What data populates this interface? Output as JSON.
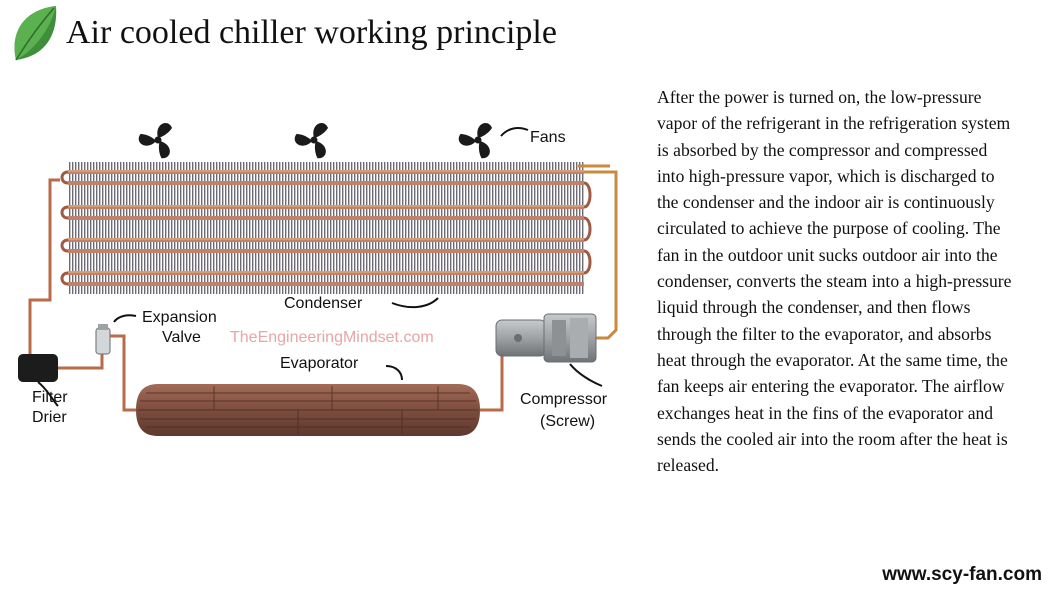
{
  "header": {
    "title": "Air cooled chiller working principle"
  },
  "diagram": {
    "labels": {
      "fans": "Fans",
      "condenser": "Condenser",
      "expansion_valve_1": "Expansion",
      "expansion_valve_2": "Valve",
      "evaporator": "Evaporator",
      "filter_drier_1": "Filter",
      "filter_drier_2": "Drier",
      "compressor_1": "Compressor",
      "compressor_2": "(Screw)",
      "watermark": "TheEngineeringMindset.com"
    },
    "colors": {
      "pipe": "#b86a4a",
      "fins": "#6b6b78",
      "evaporator": "#8a5a48",
      "compressor": "#9ea2a4"
    }
  },
  "description": "After the power is turned on, the low-pressure vapor of the refrigerant in the refrigeration system is absorbed by the compressor and compressed into high-pressure vapor, which is discharged to the condenser and the indoor air is continuously circulated to achieve the purpose of cooling. The fan in the outdoor unit sucks outdoor air into the condenser, converts the steam into a high-pressure liquid through the condenser, and then flows through the filter to the evaporator, and absorbs heat through the evaporator. At the same time, the fan keeps air entering the evaporator. The airflow exchanges heat in the fins of the evaporator and sends the cooled air into the room after the heat is released.",
  "footer": {
    "website": "www.scy-fan.com"
  }
}
